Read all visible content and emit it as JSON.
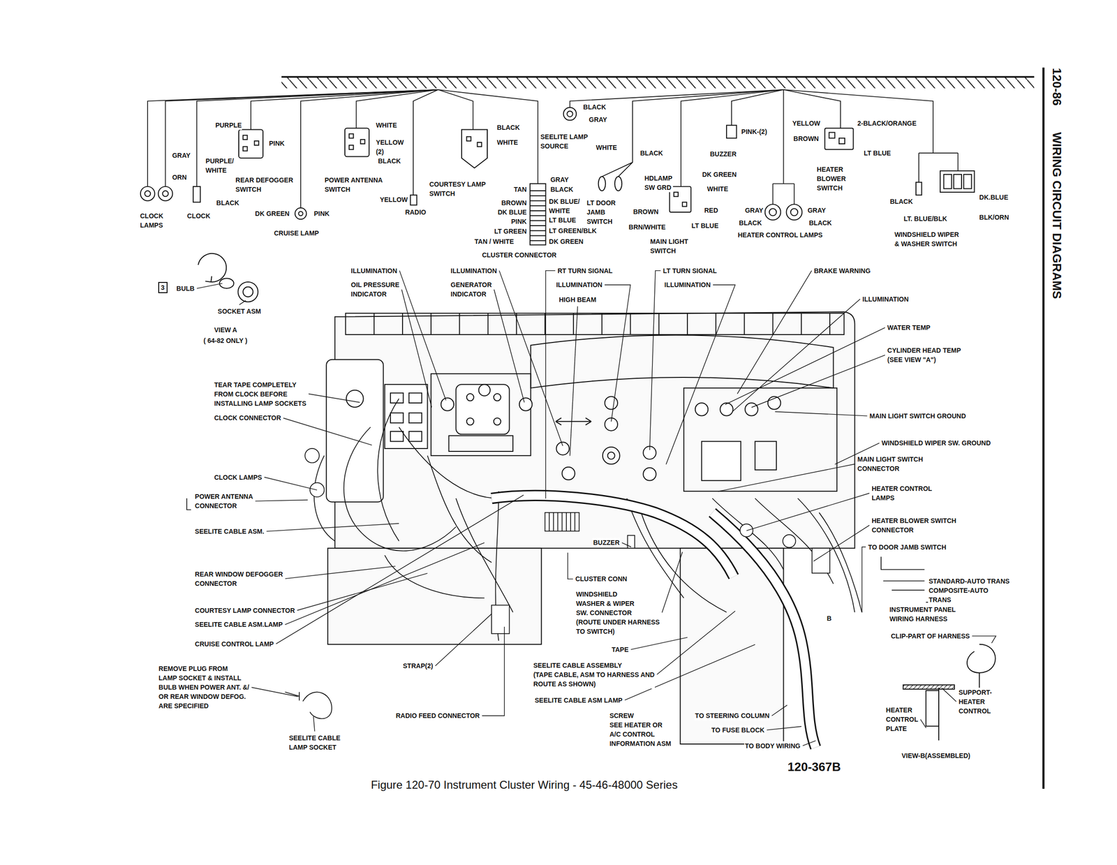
{
  "diagram": {
    "caption": "Figure 120-70 Instrument Cluster Wiring - 45-46-48000 Series",
    "nodes": [
      {
        "text": [
          "3"
        ]
      }
    ],
    "labels": [
      "120-86",
      "WIRING CIRCUIT DIAGRAMS",
      "PURPLE",
      "PINK",
      "GRAY",
      "PURPLE/ WHITE",
      "ORN",
      "BLACK",
      "REAR DEFOGGER SWITCH",
      "CLOCK LAMPS",
      "CLOCK",
      "DK GREEN",
      "PINK",
      "CRUISE LAMP",
      "WHITE",
      "YELLOW (2)",
      "BLACK",
      "POWER ANTENNA SWITCH",
      "YELLOW",
      "RADIO",
      "BLACK",
      "WHITE",
      "COURTESY LAMP SWITCH",
      "TAN",
      "BROWN",
      "DK BLUE",
      "PINK",
      "LT GREEN",
      "TAN / WHITE",
      "GRAY",
      "BLACK",
      "DK BLUE/ WHITE",
      "LT BLUE",
      "LT GREEN/BLK",
      "DK GREEN",
      "CLUSTER CONNECTOR",
      "BLACK",
      "GRAY",
      "SEELITE LAMP SOURCE",
      "WHITE",
      "BLACK",
      "LT DOOR JAMB SWITCH",
      "HDLAMP SW GRD",
      "DK GREEN",
      "WHITE",
      "BROWN",
      "RED",
      "BRN/WHITE",
      "LT BLUE",
      "MAIN LIGHT SWITCH",
      "PINK-(2)",
      "BUZZER",
      "YELLOW",
      "BROWN",
      "2-BLACK/ORANGE",
      "LT BLUE",
      "HEATER BLOWER SWITCH",
      "GRAY",
      "BLACK",
      "GRAY",
      "BLACK",
      "HEATER CONTROL LAMPS",
      "BLACK",
      "DK.BLUE",
      "LT. BLUE/BLK",
      "BLK/ORN",
      "WINDSHIELD WIPER & WASHER SWITCH",
      "BULB",
      "SOCKET ASM",
      "VIEW A",
      "( 64-82 ONLY )",
      "TEAR TAPE COMPLETELY FROM CLOCK BEFORE INSTALLING LAMP SOCKETS",
      "CLOCK CONNECTOR",
      "CLOCK LAMPS",
      "POWER ANTENNA CONNECTOR",
      "SEELITE CABLE ASM.",
      "REAR WINDOW DEFOGGER CONNECTOR",
      "COURTESY LAMP CONNECTOR",
      "SEELITE CABLE ASM.LAMP",
      "CRUISE CONTROL LAMP",
      "REMOVE PLUG FROM LAMP SOCKET & INSTALL BULB WHEN POWER ANT. &/ OR REAR WINDOW DEFOG. ARE SPECIFIED",
      "SEELITE CABLE LAMP SOCKET",
      "STRAP(2)",
      "RADIO FEED CONNECTOR",
      "ILLUMINATION",
      "OIL PRESSURE INDICATOR",
      "ILLUMINATION",
      "GENERATOR INDICATOR",
      "RT TURN SIGNAL",
      "ILLUMINATION",
      "HIGH BEAM",
      "LT TURN SIGNAL",
      "ILLUMINATION",
      "BRAKE WARNING",
      "ILLUMINATION",
      "WATER TEMP",
      "CYLINDER HEAD TEMP (SEE VIEW \"A\")",
      "MAIN LIGHT SWITCH GROUND",
      "WINDSHIELD WIPER SW. GROUND",
      "MAIN LIGHT SWITCH CONNECTOR",
      "HEATER CONTROL LAMPS",
      "HEATER BLOWER SWITCH CONNECTOR",
      "TO DOOR JAMB SWITCH",
      "STANDARD-AUTO TRANS",
      "COMPOSITE-AUTO TRANS",
      "INSTRUMENT PANEL WIRING HARNESS",
      "CLIP-PART OF HARNESS",
      "SUPPORT- HEATER CONTROL",
      "HEATER CONTROL PLATE",
      "VIEW-B(ASSEMBLED)",
      "BUZZER",
      "CLUSTER CONN",
      "WINDSHIELD WASHER & WIPER SW. CONNECTOR (ROUTE UNDER HARNESS TO SWITCH)",
      "TAPE",
      "SEELITE CABLE ASSEMBLY (TAPE CABLE, ASM TO HARNESS AND ROUTE AS SHOWN)",
      "SEELITE CABLE ASM LAMP",
      "SCREW SEE HEATER OR A/C CONTROL INFORMATION ASM",
      "TO STEERING COLUMN",
      "TO FUSE BLOCK",
      "TO BODY WIRING",
      "B",
      "120-367B"
    ]
  }
}
